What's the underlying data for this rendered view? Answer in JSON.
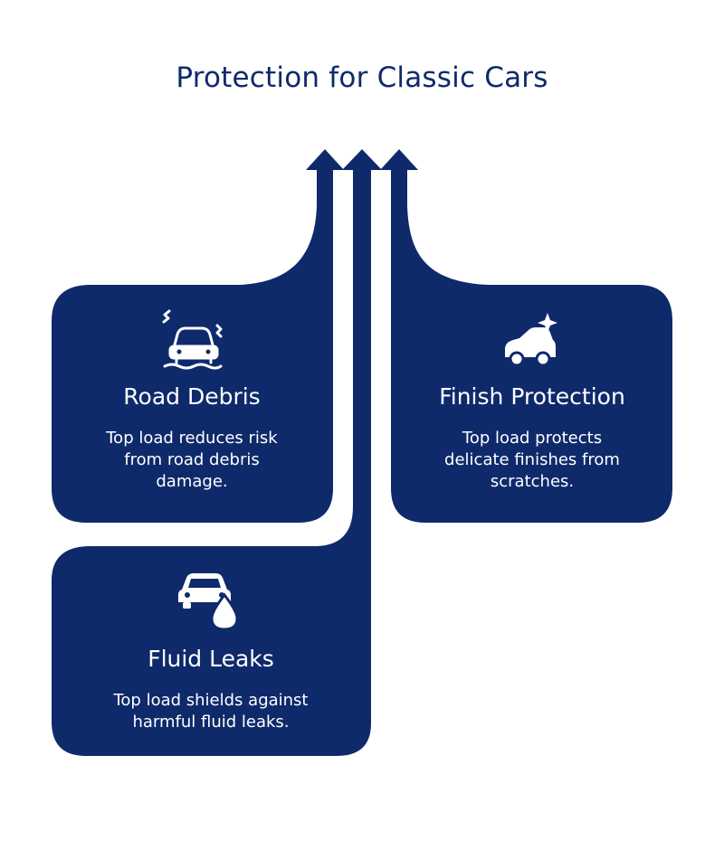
{
  "title": "Protection for Classic Cars",
  "colors": {
    "primary": "#0f2a6b",
    "background": "#ffffff",
    "text_on_primary": "#ffffff"
  },
  "cards": [
    {
      "id": "road-debris",
      "icon": "car-skidding-icon",
      "title": "Road Debris",
      "description_lines": [
        "Top load reduces risk",
        "from road debris",
        "damage."
      ]
    },
    {
      "id": "finish-protection",
      "icon": "car-sparkle-icon",
      "title": "Finish Protection",
      "description_lines": [
        "Top load protects",
        "delicate finishes from",
        "scratches."
      ]
    },
    {
      "id": "fluid-leaks",
      "icon": "car-fluid-drop-icon",
      "title": "Fluid Leaks",
      "description_lines": [
        "Top load shields against",
        "harmful fluid leaks."
      ]
    }
  ]
}
